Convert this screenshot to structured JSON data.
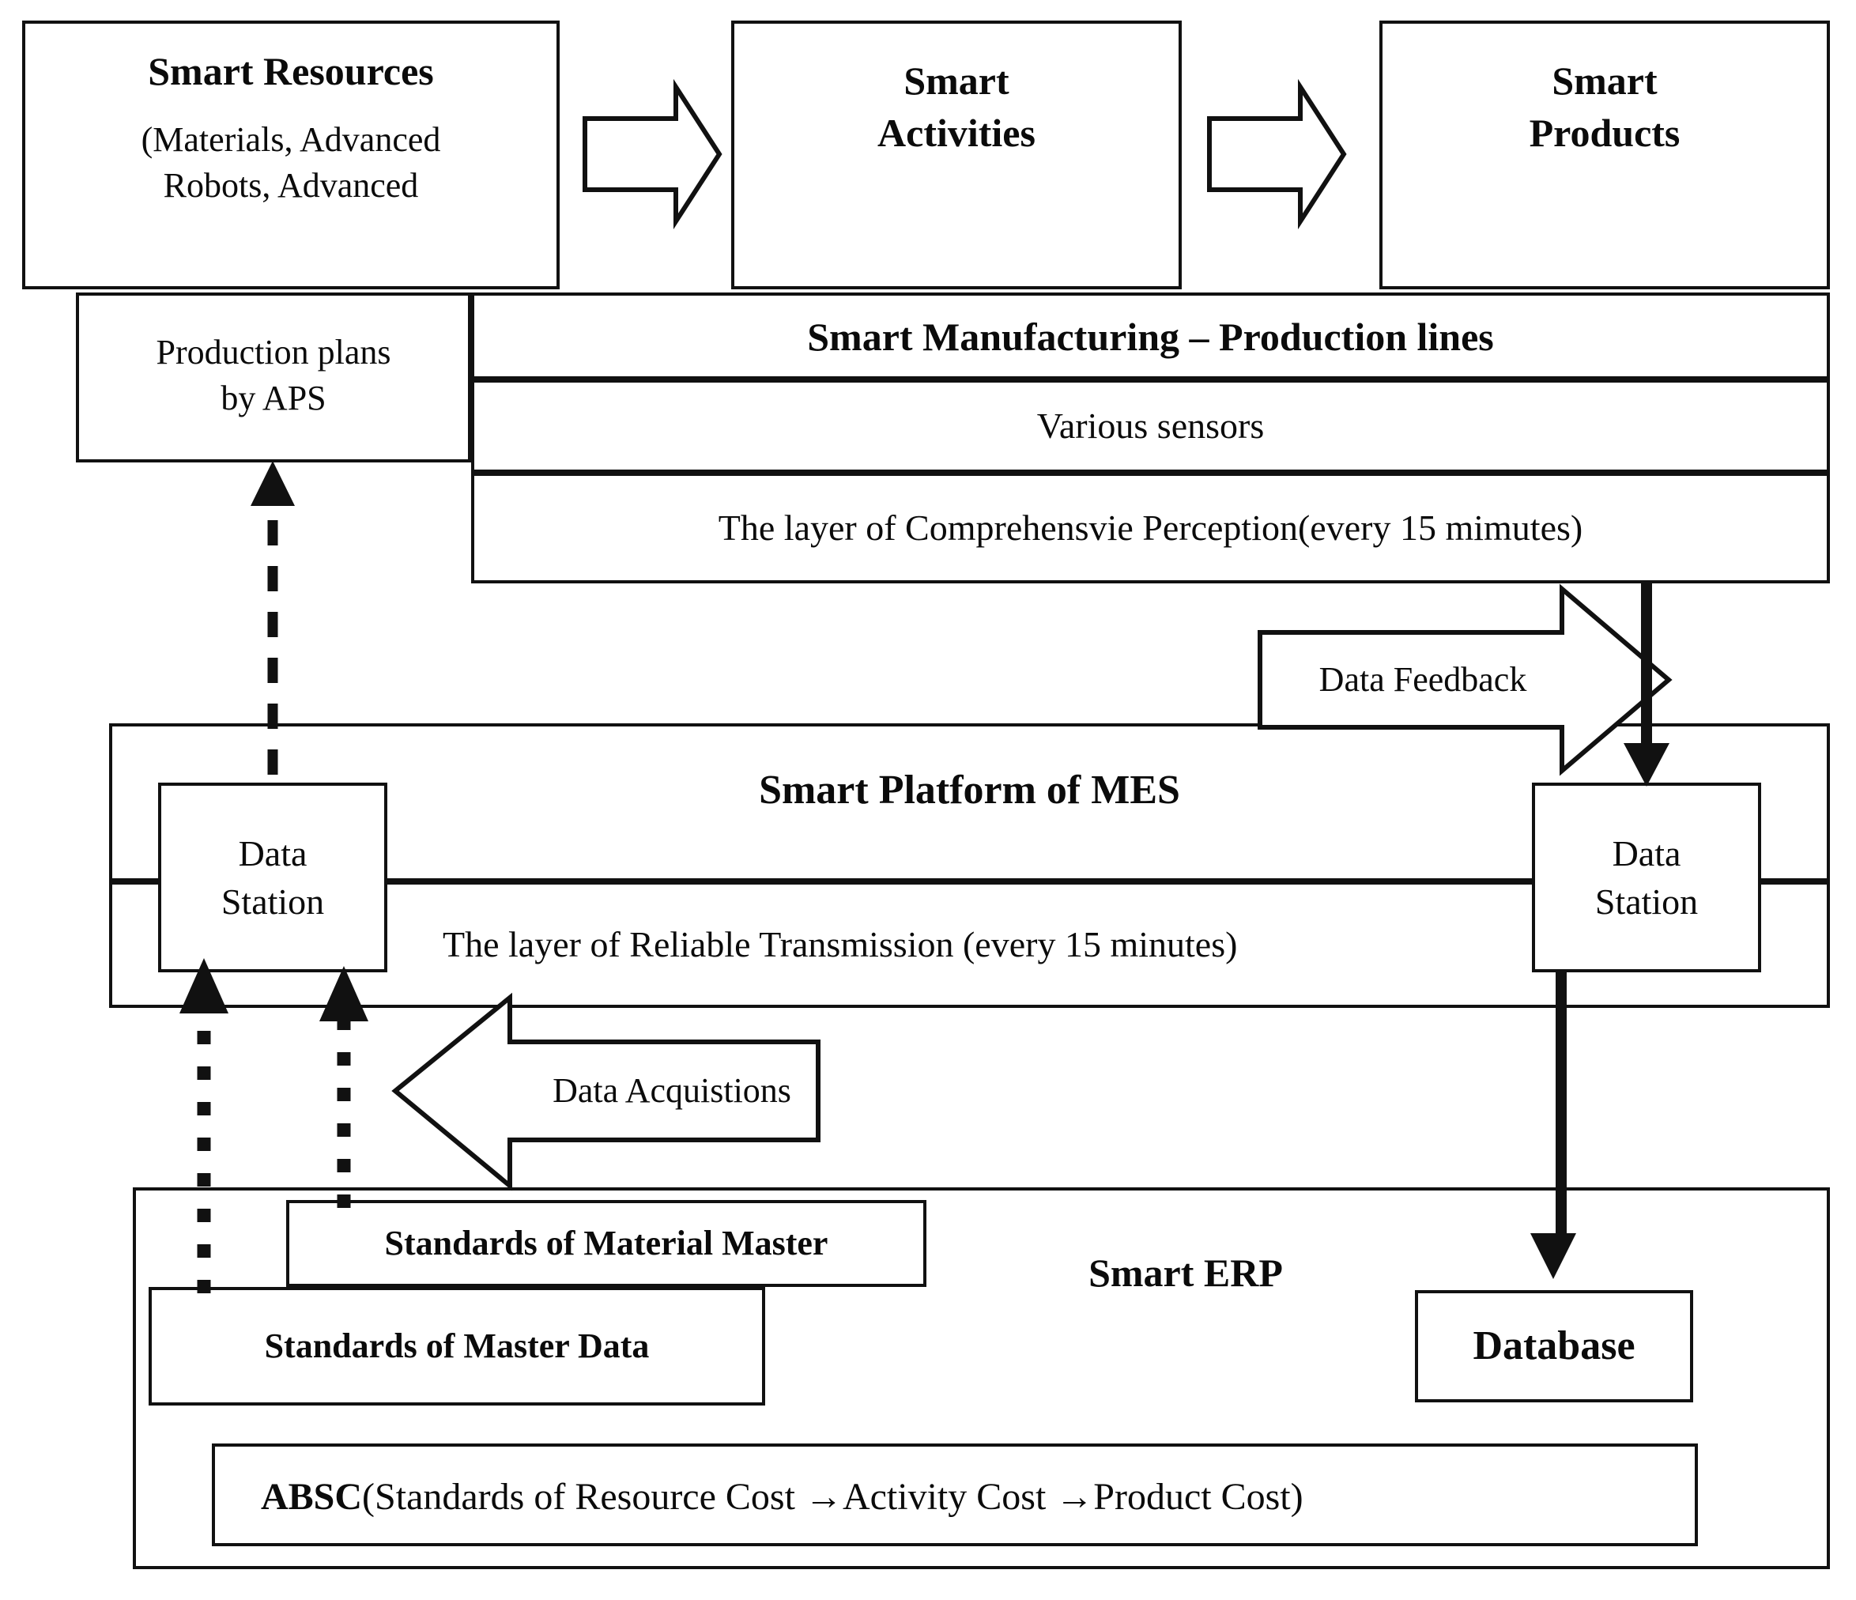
{
  "diagram": {
    "title_row": {
      "resources": {
        "heading": "Smart Resources",
        "detail": "(Materials, Advanced\nRobots, Advanced"
      },
      "activities": {
        "heading": "Smart\nActivities"
      },
      "products": {
        "heading": "Smart\nProducts"
      },
      "arrow_1": "arrow-right-outline",
      "arrow_2": "arrow-right-outline"
    },
    "manufacturing": {
      "aps_box": "Production plans\nby APS",
      "title": "Smart Manufacturing – Production lines",
      "sensors": "Various sensors",
      "perception_layer": "The layer of Comprehensvie Perception(every 15 mimutes)"
    },
    "feedback": {
      "label": "Data Feedback"
    },
    "mes": {
      "title": "Smart Platform of MES",
      "data_station_left": "Data\nStation",
      "data_station_right": "Data\nStation",
      "transmission_layer": "The layer of Reliable Transmission (every 15 minutes)"
    },
    "acquisition": {
      "label": "Data Acquistions"
    },
    "erp": {
      "title": "Smart ERP",
      "material_master": "Standards of Material Master",
      "master_data": "Standards of Master Data",
      "database": "Database",
      "absc_bold": "ABSC",
      "absc_rest": " (Standards of Resource Cost →Activity Cost →Product Cost)"
    },
    "colors": {
      "ink": "#111111",
      "paper": "#ffffff"
    }
  }
}
